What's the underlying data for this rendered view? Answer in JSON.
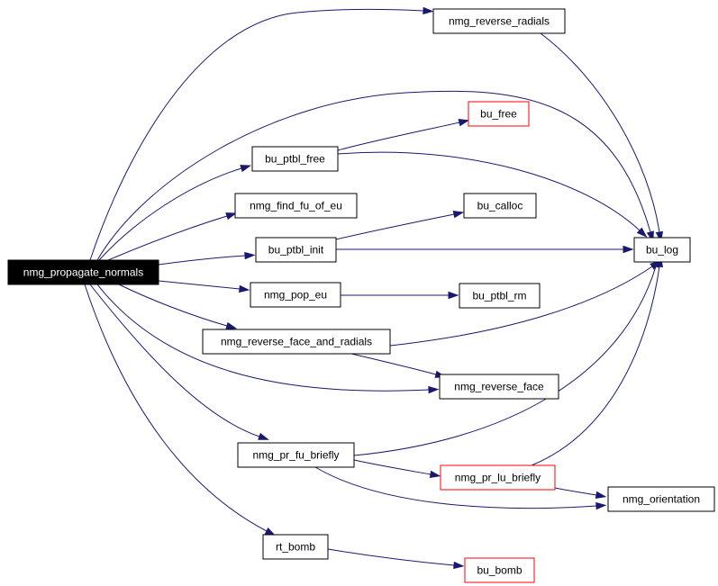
{
  "colors": {
    "edge": "#191970",
    "node_border": "#000000",
    "node_border_incomplete": "#ff0000",
    "root_fill": "#000000",
    "root_text": "#ffffff",
    "node_fill": "#ffffff",
    "node_text": "#000000"
  },
  "nodes": [
    {
      "id": "nmg_propagate_normals",
      "label": "nmg_propagate_normals",
      "style": "root"
    },
    {
      "id": "nmg_reverse_radials",
      "label": "nmg_reverse_radials",
      "style": "normal"
    },
    {
      "id": "bu_free",
      "label": "bu_free",
      "style": "incomplete"
    },
    {
      "id": "bu_ptbl_free",
      "label": "bu_ptbl_free",
      "style": "normal"
    },
    {
      "id": "nmg_find_fu_of_eu",
      "label": "nmg_find_fu_of_eu",
      "style": "normal"
    },
    {
      "id": "bu_calloc",
      "label": "bu_calloc",
      "style": "normal"
    },
    {
      "id": "bu_ptbl_init",
      "label": "bu_ptbl_init",
      "style": "normal"
    },
    {
      "id": "bu_log",
      "label": "bu_log",
      "style": "normal"
    },
    {
      "id": "nmg_pop_eu",
      "label": "nmg_pop_eu",
      "style": "normal"
    },
    {
      "id": "bu_ptbl_rm",
      "label": "bu_ptbl_rm",
      "style": "normal"
    },
    {
      "id": "nmg_reverse_face_and_radials",
      "label": "nmg_reverse_face_and_radials",
      "style": "normal"
    },
    {
      "id": "nmg_reverse_face",
      "label": "nmg_reverse_face",
      "style": "normal"
    },
    {
      "id": "nmg_pr_fu_briefly",
      "label": "nmg_pr_fu_briefly",
      "style": "normal"
    },
    {
      "id": "nmg_pr_lu_briefly",
      "label": "nmg_pr_lu_briefly",
      "style": "incomplete"
    },
    {
      "id": "nmg_orientation",
      "label": "nmg_orientation",
      "style": "normal"
    },
    {
      "id": "rt_bomb",
      "label": "rt_bomb",
      "style": "normal"
    },
    {
      "id": "bu_bomb",
      "label": "bu_bomb",
      "style": "incomplete"
    }
  ],
  "edges": [
    {
      "from": "nmg_propagate_normals",
      "to": "nmg_reverse_radials"
    },
    {
      "from": "nmg_propagate_normals",
      "to": "bu_log"
    },
    {
      "from": "nmg_propagate_normals",
      "to": "bu_ptbl_free"
    },
    {
      "from": "nmg_propagate_normals",
      "to": "nmg_find_fu_of_eu"
    },
    {
      "from": "nmg_propagate_normals",
      "to": "bu_ptbl_init"
    },
    {
      "from": "nmg_propagate_normals",
      "to": "nmg_pop_eu"
    },
    {
      "from": "nmg_propagate_normals",
      "to": "nmg_reverse_face_and_radials"
    },
    {
      "from": "nmg_propagate_normals",
      "to": "nmg_reverse_face"
    },
    {
      "from": "nmg_propagate_normals",
      "to": "nmg_pr_fu_briefly"
    },
    {
      "from": "nmg_propagate_normals",
      "to": "rt_bomb"
    },
    {
      "from": "nmg_reverse_radials",
      "to": "bu_log"
    },
    {
      "from": "bu_ptbl_free",
      "to": "bu_free"
    },
    {
      "from": "bu_ptbl_free",
      "to": "bu_log"
    },
    {
      "from": "bu_ptbl_init",
      "to": "bu_calloc"
    },
    {
      "from": "bu_ptbl_init",
      "to": "bu_log"
    },
    {
      "from": "nmg_pop_eu",
      "to": "bu_ptbl_rm"
    },
    {
      "from": "nmg_reverse_face_and_radials",
      "to": "bu_log"
    },
    {
      "from": "nmg_reverse_face_and_radials",
      "to": "nmg_reverse_face"
    },
    {
      "from": "nmg_pr_fu_briefly",
      "to": "bu_log"
    },
    {
      "from": "nmg_pr_fu_briefly",
      "to": "nmg_pr_lu_briefly"
    },
    {
      "from": "nmg_pr_fu_briefly",
      "to": "nmg_orientation"
    },
    {
      "from": "nmg_pr_lu_briefly",
      "to": "bu_log"
    },
    {
      "from": "nmg_pr_lu_briefly",
      "to": "nmg_orientation"
    },
    {
      "from": "rt_bomb",
      "to": "bu_bomb"
    }
  ]
}
